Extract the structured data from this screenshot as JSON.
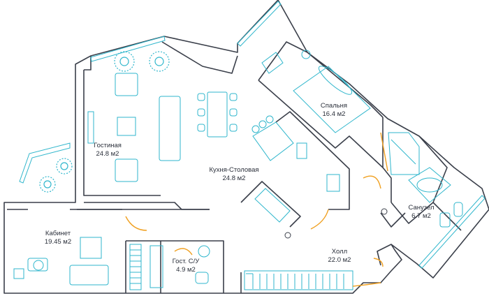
{
  "rooms": {
    "living": {
      "name": "Гостиная",
      "area": "24.8 м2"
    },
    "kitchen": {
      "name": "Кухня-Столовая",
      "area": "24.8 м2"
    },
    "bedroom": {
      "name": "Спальня",
      "area": "16.4 м2"
    },
    "study": {
      "name": "Кабинет",
      "area": "19.45 м2"
    },
    "guest_wc": {
      "name": "Гост. С/У",
      "area": "4.9 м2"
    },
    "hall": {
      "name": "Холл",
      "area": "22.0 м2"
    },
    "bathroom": {
      "name": "Санузел",
      "area": "6.7 м2"
    }
  },
  "colors": {
    "wall": "#3a3f4a",
    "furniture": "#2fb6cc",
    "door": "#f0a020",
    "label": "#2a2f3a"
  }
}
